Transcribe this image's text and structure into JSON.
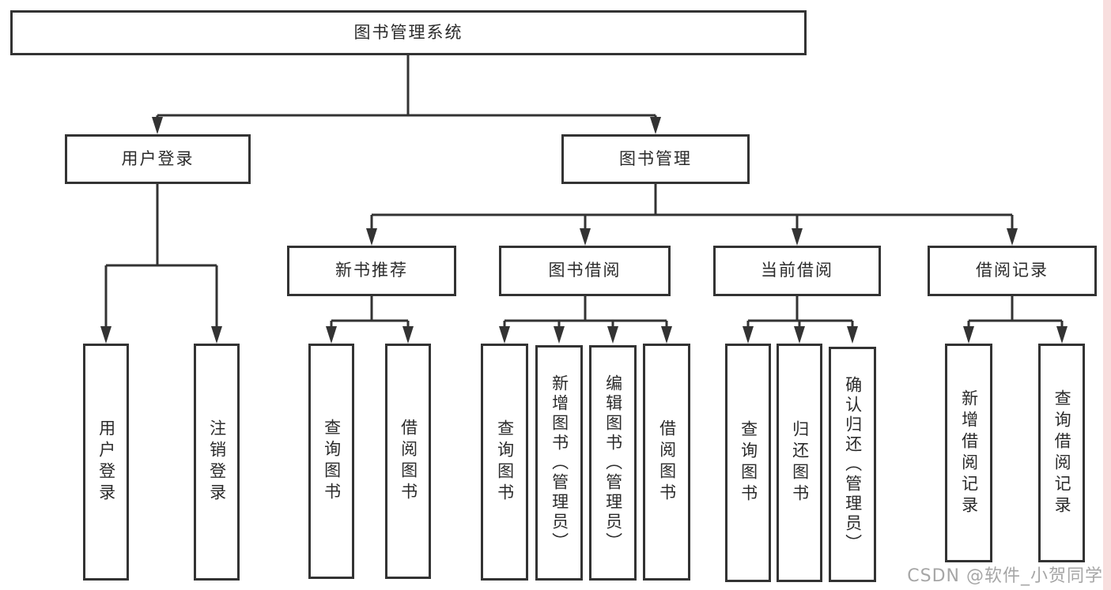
{
  "diagram_type": "hierarchy-tree",
  "watermark": "CSDN @软件_小贺同学",
  "colors": {
    "line": "#333333",
    "box_border": "#333333",
    "box_background": "#ffffff",
    "text": "#2b2b2b",
    "watermark_text": "#9e9e9e",
    "right_edge_strip": "#f8dede"
  },
  "tree": {
    "root": {
      "label": "图书管理系统",
      "children": [
        {
          "label": "用户登录",
          "children": [
            {
              "label": "用户登录"
            },
            {
              "label": "注销登录"
            }
          ]
        },
        {
          "label": "图书管理",
          "children": [
            {
              "label": "新书推荐",
              "children": [
                {
                  "label": "查询图书"
                },
                {
                  "label": "借阅图书"
                }
              ]
            },
            {
              "label": "图书借阅",
              "children": [
                {
                  "label": "查询图书"
                },
                {
                  "label": "新增图书（管理员）"
                },
                {
                  "label": "编辑图书（管理员）"
                },
                {
                  "label": "借阅图书"
                }
              ]
            },
            {
              "label": "当前借阅",
              "children": [
                {
                  "label": "查询图书"
                },
                {
                  "label": "归还图书"
                },
                {
                  "label": "确认归还（管理员）"
                }
              ]
            },
            {
              "label": "借阅记录",
              "children": [
                {
                  "label": "新增借阅记录"
                },
                {
                  "label": "查询借阅记录"
                }
              ]
            }
          ]
        }
      ]
    }
  }
}
